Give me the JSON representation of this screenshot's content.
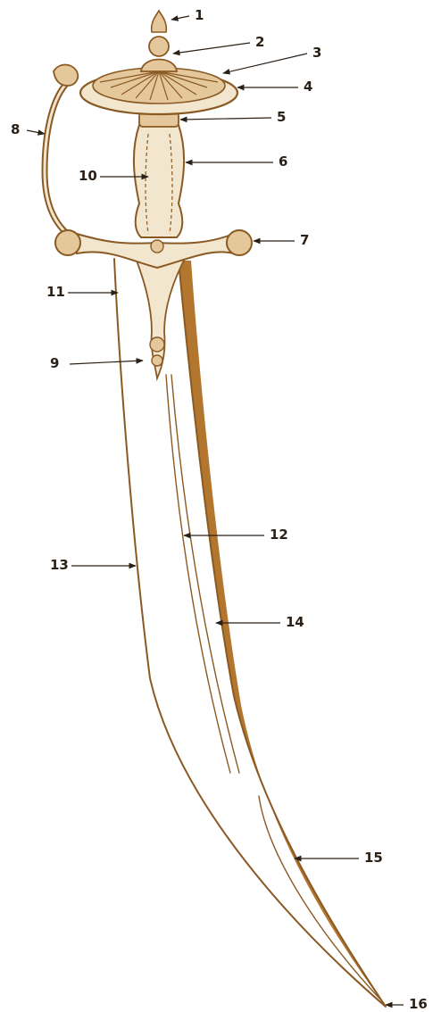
{
  "figure": {
    "ink_color": "#8a5a24",
    "blade_shade_color": "#b3762f",
    "label_color": "#2a2016",
    "background": "#ffffff"
  },
  "callouts": [
    {
      "id": "1",
      "text": "1"
    },
    {
      "id": "2",
      "text": "2"
    },
    {
      "id": "3",
      "text": "3"
    },
    {
      "id": "4",
      "text": "4"
    },
    {
      "id": "5",
      "text": "5"
    },
    {
      "id": "6",
      "text": "6"
    },
    {
      "id": "7",
      "text": "7"
    },
    {
      "id": "8",
      "text": "8"
    },
    {
      "id": "9",
      "text": "9"
    },
    {
      "id": "10",
      "text": "10"
    },
    {
      "id": "11",
      "text": "11"
    },
    {
      "id": "12",
      "text": "12"
    },
    {
      "id": "13",
      "text": "13"
    },
    {
      "id": "14",
      "text": "14"
    },
    {
      "id": "15",
      "text": "15"
    },
    {
      "id": "16",
      "text": "16"
    }
  ]
}
